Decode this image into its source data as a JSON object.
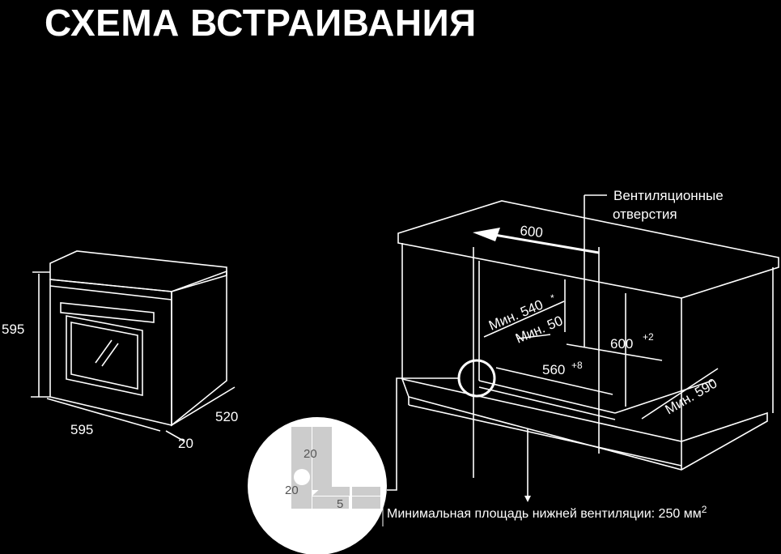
{
  "title": "СХЕМА ВСТРАИВАНИЯ",
  "oven": {
    "height": "595",
    "width": "595",
    "depth": "520",
    "offset": "20"
  },
  "cabinet": {
    "vent_label_1": "Вентиляционные",
    "vent_label_2": "отверстия",
    "width_top": "600",
    "min_depth": "Мин. 540",
    "min_depth_mark": "*",
    "min_gap": "Мин. 50",
    "height": "600",
    "height_tol": "+2",
    "width": "560",
    "width_tol": "+8",
    "min_590": "Мин. 590"
  },
  "detail": {
    "dim_top": "20",
    "dim_left": "20",
    "dim_bottom": "5"
  },
  "footnote": {
    "text": "Минимальная площадь нижней вентиляции: 250 мм",
    "sup": "2"
  }
}
